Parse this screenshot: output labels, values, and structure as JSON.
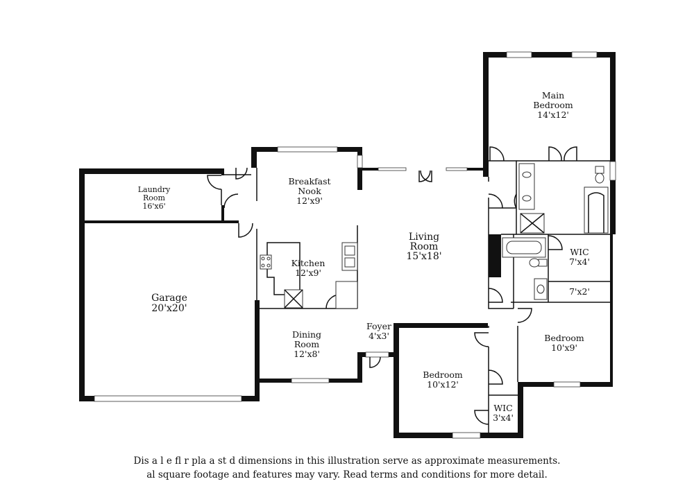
{
  "rooms": {
    "main_bedroom": {
      "name": [
        "Main",
        "Bedroom"
      ],
      "dim": "14'x12'"
    },
    "breakfast_nook": {
      "name": [
        "Breakfast",
        "Nook"
      ],
      "dim": "12'x9'"
    },
    "laundry_room": {
      "name": [
        "Laundry",
        "Room"
      ],
      "dim": "16'x6'"
    },
    "living_room": {
      "name": [
        "Living",
        "Room"
      ],
      "dim": "15'x18'"
    },
    "kitchen": {
      "name": [
        "Kitchen"
      ],
      "dim": "12'x9'"
    },
    "garage": {
      "name": [
        "Garage"
      ],
      "dim": "20'x20'"
    },
    "wic_main": {
      "name": [
        "WIC"
      ],
      "dim": "7'x4'"
    },
    "closet": {
      "name": [],
      "dim": "7'x2'"
    },
    "foyer": {
      "name": [
        "Foyer"
      ],
      "dim": "4'x3'"
    },
    "dining_room": {
      "name": [
        "Dining",
        "Room"
      ],
      "dim": "12'x8'"
    },
    "bedroom_2": {
      "name": [
        "Bedroom"
      ],
      "dim": "10'x9'"
    },
    "bedroom_3": {
      "name": [
        "Bedroom"
      ],
      "dim": "10'x12'"
    },
    "wic_small": {
      "name": [
        "WIC"
      ],
      "dim": "3'x4'"
    }
  },
  "disclaimer": {
    "line1": "Dis a l e fl r pla a st d dimensions in this illustration serve as approximate measurements.",
    "line2": "al square footage and features may vary. Read terms and conditions for more detail."
  }
}
